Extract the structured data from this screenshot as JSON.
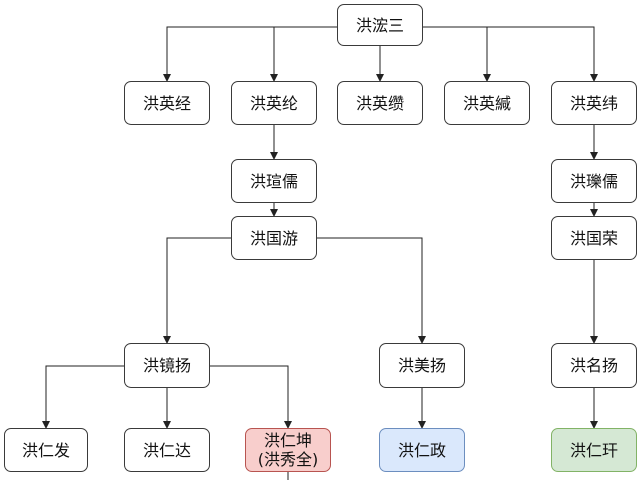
{
  "nodes": {
    "root": "洪浤三",
    "ying_jing": "洪英经",
    "ying_lun": "洪英纶",
    "ying_zuan": "洪英缵",
    "ying_jian": "洪英緘",
    "ying_wei": "洪英纬",
    "xuan_ru": "洪瑄儒",
    "li_ru": "洪瓅儒",
    "guo_you": "洪国游",
    "guo_rong": "洪国荣",
    "jing_yang": "洪镜扬",
    "mei_yang": "洪美扬",
    "ming_yang": "洪名扬",
    "ren_fa": "洪仁发",
    "ren_da": "洪仁达",
    "ren_kun": "洪仁坤\n(洪秀全)",
    "ren_zheng": "洪仁政",
    "ren_gan": "洪仁玕"
  },
  "highlight_colors": {
    "red_fill": "#f8cecc",
    "blue_fill": "#dae8fc",
    "green_fill": "#d5e8d4"
  }
}
